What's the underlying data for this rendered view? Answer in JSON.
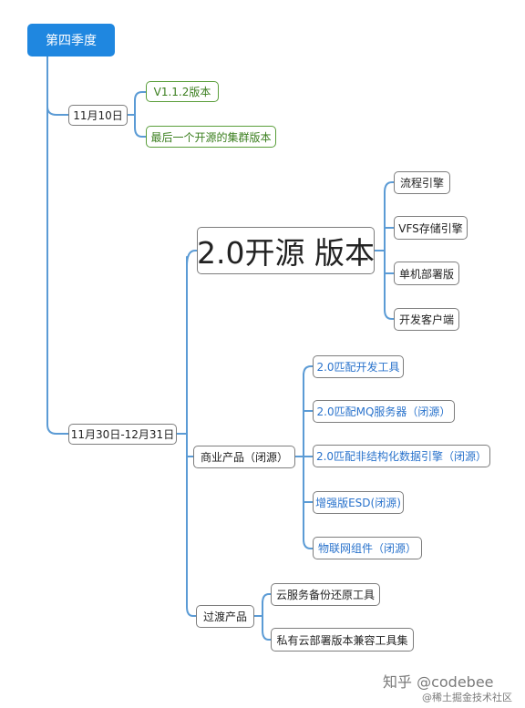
{
  "diagram": {
    "root": "第四季度",
    "branch_1": {
      "label": "11月10日",
      "items": [
        "V1.1.2版本",
        "最后一个开源的集群版本"
      ]
    },
    "branch_2": {
      "label": "11月30日-12月31日",
      "open_source": {
        "label": "2.0开源 版本",
        "items": [
          "流程引擎",
          "VFS存储引擎",
          "单机部署版",
          "开发客户端"
        ]
      },
      "commercial": {
        "label": "商业产品（闭源）",
        "items": [
          "2.0匹配开发工具",
          "2.0匹配MQ服务器（闭源）",
          "2.0匹配非结构化数据引擎（闭源）",
          "增强版ESD(闭源)",
          "物联网组件（闭源）"
        ]
      },
      "transition": {
        "label": "过渡产品",
        "items": [
          "云服务备份还原工具",
          "私有云部署版本兼容工具集"
        ]
      }
    }
  },
  "colors": {
    "root_fill": "#1f87e0",
    "connector": "#5b9bd5",
    "green_accent": "#5a9e3a",
    "blue_text": "#2a73cc"
  },
  "watermark": {
    "line1": "知乎 @codebee",
    "line2": "@稀土掘金技术社区"
  }
}
